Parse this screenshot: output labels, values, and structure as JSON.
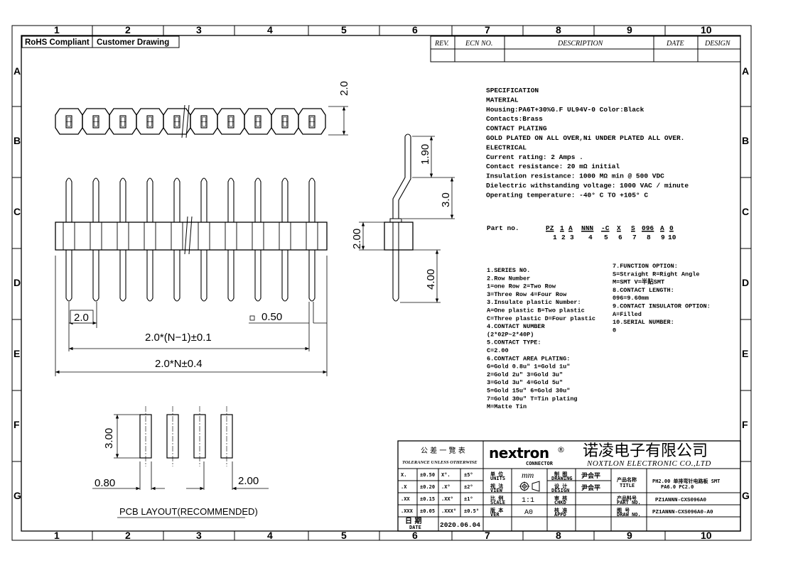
{
  "badges": {
    "rohs": "RoHS Compliant",
    "customer": "Customer Drawing"
  },
  "zones": {
    "cols": [
      "1",
      "2",
      "3",
      "4",
      "5",
      "6",
      "7",
      "8",
      "9",
      "10"
    ],
    "rows": [
      "A",
      "B",
      "C",
      "D",
      "E",
      "F",
      "G"
    ]
  },
  "revision_table": {
    "rev": "REV.",
    "ecn": "ECN NO.",
    "description": "DESCRIPTION",
    "date": "DATE",
    "design": "DESIGN"
  },
  "dimensions": {
    "top_height": "2.0",
    "side_top": "1.90",
    "side_mid": "3.0",
    "side_body": "2.00",
    "side_bottom": "4.00",
    "pitch": "2.0",
    "pin_width": "0.50",
    "span_n1": "2.0*(N−1)±0.1",
    "span_n": "2.0*N±0.4",
    "pcb_height": "3.00",
    "pcb_width": "0.80",
    "pcb_pitch": "2.00",
    "pcb_caption": "PCB LAYOUT(RECOMMENDED)"
  },
  "spec_lines": [
    "SPECIFICATION",
    "MATERIAL",
    "Housing:PA6T+30%G.F UL94V-0    Color:Black",
    "Contacts:Brass",
    "CONTACT PLATING",
    "GOLD PLATED ON ALL OVER,Ni  UNDER PLATED ALL OVER.",
    "ELECTRICAL",
    "Current rating: 2 Amps .",
    "Contact resistance: 20 mΩ initial",
    "Insulation resistance: 1000 MΩ min @ 500 VDC",
    "Dielectric withstanding voltage: 1000 VAC / minute",
    "Operating temperature: -40° C TO +105° C"
  ],
  "part_no": {
    "label": "Part no.",
    "codes": [
      "PZ",
      "1",
      "A",
      "NNN",
      "-C",
      "X",
      "S",
      "096",
      "A",
      "0"
    ],
    "indexes": [
      "1",
      "2",
      "3",
      "4",
      "5",
      "6",
      "7",
      "8",
      "9",
      "10"
    ]
  },
  "notes_left": [
    "1.SERIES NO.",
    "2.Row Number",
    "  1=one Row   2=Two Row",
    "  3=Three Row 4=Four Row",
    "3.Insulate plastic Number:",
    "  A=One plastic  B=Two plastic",
    "  C=Three plastic D=Four plastic",
    "4.CONTACT NUMBER",
    "  (2*02P~2*40P)",
    "5.CONTACT TYPE:",
    "  C=2.00",
    "6.CONTACT AREA PLATING:",
    "  G=Gold 0.8u\" 1=Gold 1u\"",
    "  2=Gold 2u\"   3=Gold 3u\"",
    "  3=Gold 3u\"   4=Gold 5u\"",
    "  5=Gold 15u\"  6=Gold 30u\"",
    "  7=Gold 30u\"  T=Tin plating",
    "  M=Matte Tin"
  ],
  "notes_right": [
    "7.FUNCTION OPTION:",
    "  S=Straight R=Right Angle",
    "  M=SMT  V=半贴SMT",
    "8.CONTACT LENGTH:",
    "  096=9.60mm",
    "9.CONTACT INSULATOR OPTION:",
    "  A=Filled",
    "10.SERIAL NUMBER:",
    "  0"
  ],
  "title_block": {
    "tol_title": "公 差 一 覽 表",
    "tol_sub": "TOLERANCE UNLESS OTHERWISE",
    "tol_rows": [
      [
        "X.",
        "±0.50",
        "X°.",
        "±5°"
      ],
      [
        ".X",
        "±0.20",
        ".X°",
        "±2°"
      ],
      [
        ".XX",
        "±0.15",
        ".XX°",
        "±1°"
      ],
      [
        ".XXX",
        "±0.05",
        ".XXX°",
        "±0.5°"
      ]
    ],
    "date_label": "日 期",
    "date_sub": "DATE",
    "date_value": "2020.06.04",
    "logo": "nextron",
    "logo_mark": "®",
    "logo_sub": "CONNECTOR",
    "company_cn": "诺凌电子有限公司",
    "company_en": "NOXTLON ELECTRONIC CO.,LTD",
    "units_label": "单 位",
    "units_sub": "UNITS",
    "units_value": "mm",
    "view_label": "视 法",
    "view_sub": "VIEW",
    "scale_label": "比 例",
    "scale_sub": "SCALE",
    "scale_value": "1:1",
    "ver_label": "版 本",
    "ver_sub": "VER",
    "ver_value": "A0",
    "drawing_label": "制 图",
    "drawing_sub": "DRAWING",
    "drawing_name": "尹会平",
    "design_label": "设 计",
    "design_sub": "DESIGN",
    "design_name": "尹会平",
    "check_label": "审 核",
    "check_sub": "CHKD",
    "appd_label": "核 准",
    "appd_sub": "APPD",
    "title_label": "产品名称",
    "title_sub": "TITLE",
    "title_value1": "PH2.00 单排弯针电路板 SMT",
    "title_value2": "PA6.0 PC2.0",
    "part_label": "产品料号",
    "part_sub": "PART NO.",
    "part_value": "PZ1ANNN-CXS096A0",
    "dwg_label": "图 号",
    "dwg_sub": "DRAW NO.",
    "dwg_value": "PZ1ANNN-CXS096A0-A0"
  }
}
